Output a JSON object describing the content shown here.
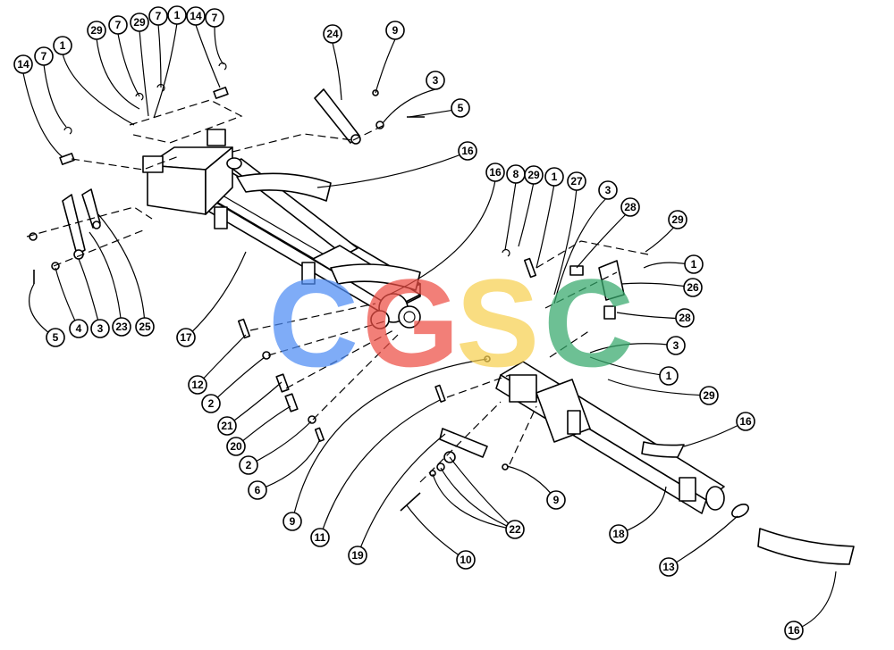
{
  "watermark": {
    "letters": [
      "C",
      "G",
      "S",
      "C"
    ],
    "colors": [
      "#4f8df5",
      "#ee4e45",
      "#f8d052",
      "#35a96b"
    ]
  },
  "callouts": [
    {
      "id": "c1",
      "label": "14"
    },
    {
      "id": "c2",
      "label": "7"
    },
    {
      "id": "c3",
      "label": "1"
    },
    {
      "id": "c4",
      "label": "29"
    },
    {
      "id": "c5",
      "label": "7"
    },
    {
      "id": "c6",
      "label": "29"
    },
    {
      "id": "c7",
      "label": "7"
    },
    {
      "id": "c8",
      "label": "1"
    },
    {
      "id": "c9",
      "label": "14"
    },
    {
      "id": "c10",
      "label": "7"
    },
    {
      "id": "c11",
      "label": "24"
    },
    {
      "id": "c12",
      "label": "9"
    },
    {
      "id": "c13",
      "label": "3"
    },
    {
      "id": "c14",
      "label": "5"
    },
    {
      "id": "c15",
      "label": "16"
    },
    {
      "id": "c16",
      "label": "16"
    },
    {
      "id": "c17",
      "label": "8"
    },
    {
      "id": "c18",
      "label": "29"
    },
    {
      "id": "c19",
      "label": "1"
    },
    {
      "id": "c20",
      "label": "27"
    },
    {
      "id": "c21",
      "label": "3"
    },
    {
      "id": "c22",
      "label": "28"
    },
    {
      "id": "c23",
      "label": "29"
    },
    {
      "id": "c24",
      "label": "1"
    },
    {
      "id": "c25",
      "label": "26"
    },
    {
      "id": "c26",
      "label": "28"
    },
    {
      "id": "c27",
      "label": "3"
    },
    {
      "id": "c28",
      "label": "1"
    },
    {
      "id": "c29",
      "label": "29"
    },
    {
      "id": "c30",
      "label": "16"
    },
    {
      "id": "c31",
      "label": "5"
    },
    {
      "id": "c32",
      "label": "4"
    },
    {
      "id": "c33",
      "label": "3"
    },
    {
      "id": "c34",
      "label": "23"
    },
    {
      "id": "c35",
      "label": "25"
    },
    {
      "id": "c36",
      "label": "17"
    },
    {
      "id": "c37",
      "label": "12"
    },
    {
      "id": "c38",
      "label": "2"
    },
    {
      "id": "c39",
      "label": "21"
    },
    {
      "id": "c40",
      "label": "20"
    },
    {
      "id": "c41",
      "label": "2"
    },
    {
      "id": "c42",
      "label": "6"
    },
    {
      "id": "c43",
      "label": "9"
    },
    {
      "id": "c44",
      "label": "11"
    },
    {
      "id": "c45",
      "label": "19"
    },
    {
      "id": "c46",
      "label": "22"
    },
    {
      "id": "c47",
      "label": "10"
    },
    {
      "id": "c48",
      "label": "9"
    },
    {
      "id": "c49",
      "label": "18"
    },
    {
      "id": "c50",
      "label": "13"
    },
    {
      "id": "c51",
      "label": "16"
    }
  ]
}
